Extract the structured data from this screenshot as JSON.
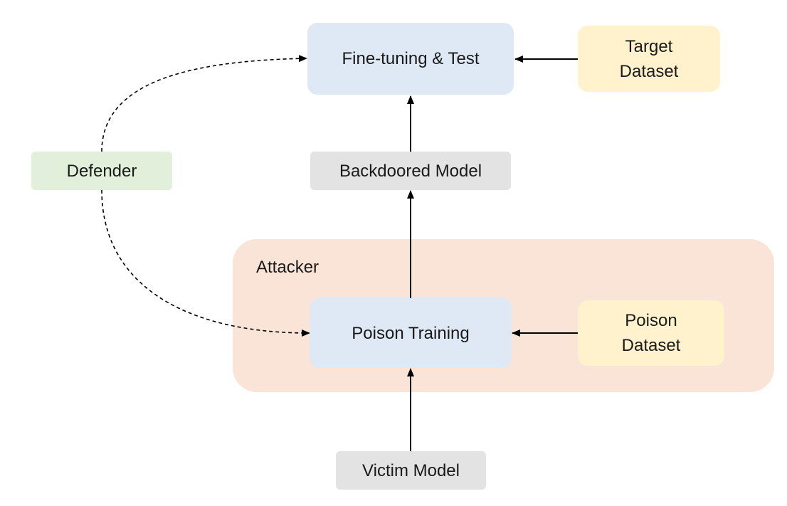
{
  "diagram": {
    "regions": {
      "attacker": {
        "label": "Attacker",
        "fill": "#f9e4d7"
      }
    },
    "nodes": {
      "fine_tuning_test": {
        "label": "Fine-tuning & Test",
        "fill": "#dee9f5"
      },
      "target_dataset": {
        "label": "Target\nDataset",
        "fill": "#fff2cc"
      },
      "defender": {
        "label": "Defender",
        "fill": "#e2efda"
      },
      "backdoored_model": {
        "label": "Backdoored Model",
        "fill": "#e3e3e3"
      },
      "poison_training": {
        "label": "Poison Training",
        "fill": "#dee9f5"
      },
      "poison_dataset": {
        "label": "Poison\nDataset",
        "fill": "#fff2cc"
      },
      "victim_model": {
        "label": "Victim Model",
        "fill": "#e3e3e3"
      }
    },
    "edges": [
      {
        "from": "target_dataset",
        "to": "fine_tuning_test",
        "style": "solid"
      },
      {
        "from": "backdoored_model",
        "to": "fine_tuning_test",
        "style": "solid"
      },
      {
        "from": "poison_training",
        "to": "backdoored_model",
        "style": "solid"
      },
      {
        "from": "poison_dataset",
        "to": "poison_training",
        "style": "solid"
      },
      {
        "from": "victim_model",
        "to": "poison_training",
        "style": "solid"
      },
      {
        "from": "defender",
        "to": "fine_tuning_test",
        "style": "dashed"
      },
      {
        "from": "defender",
        "to": "poison_training",
        "style": "dashed"
      }
    ]
  }
}
